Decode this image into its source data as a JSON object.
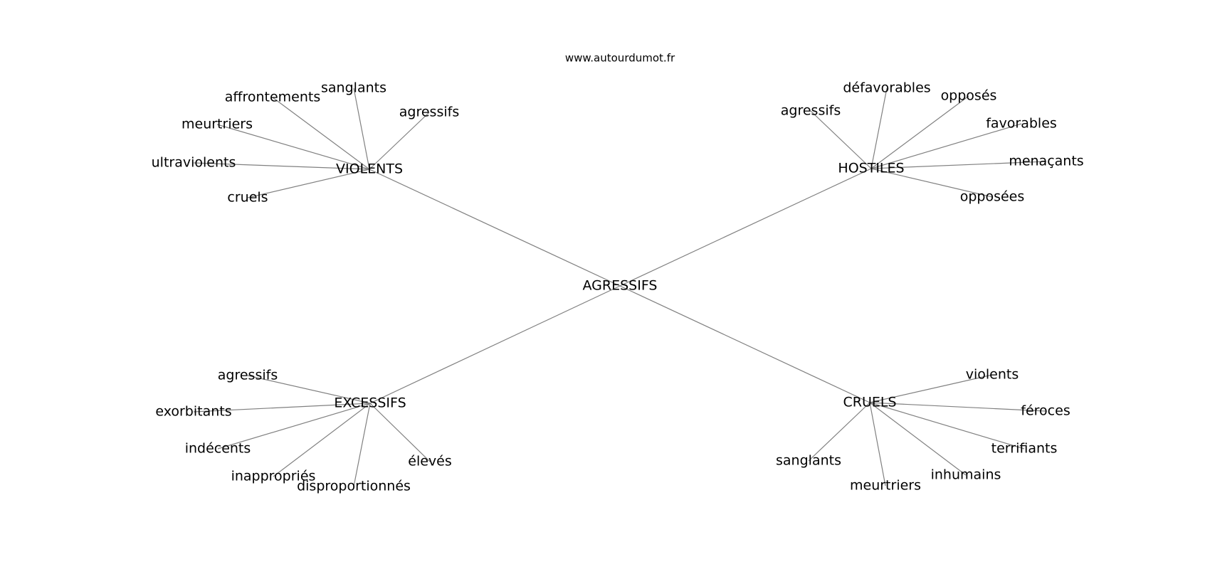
{
  "credit": "www.autourdumot.fr",
  "root": "AGRESSIFS",
  "clusters": [
    {
      "label": "VIOLENTS",
      "words": [
        "agressifs",
        "sanglants",
        "affrontements",
        "meurtriers",
        "ultraviolents",
        "cruels"
      ]
    },
    {
      "label": "HOSTILES",
      "words": [
        "agressifs",
        "défavorables",
        "opposés",
        "favorables",
        "menaçants",
        "opposées"
      ]
    },
    {
      "label": "EXCESSIFS",
      "words": [
        "agressifs",
        "exorbitants",
        "indécents",
        "inappropriés",
        "disproportionnés",
        "élevés"
      ]
    },
    {
      "label": "CRUELS",
      "words": [
        "violents",
        "féroces",
        "terrifiants",
        "inhumains",
        "meurtriers",
        "sanglants"
      ]
    }
  ]
}
